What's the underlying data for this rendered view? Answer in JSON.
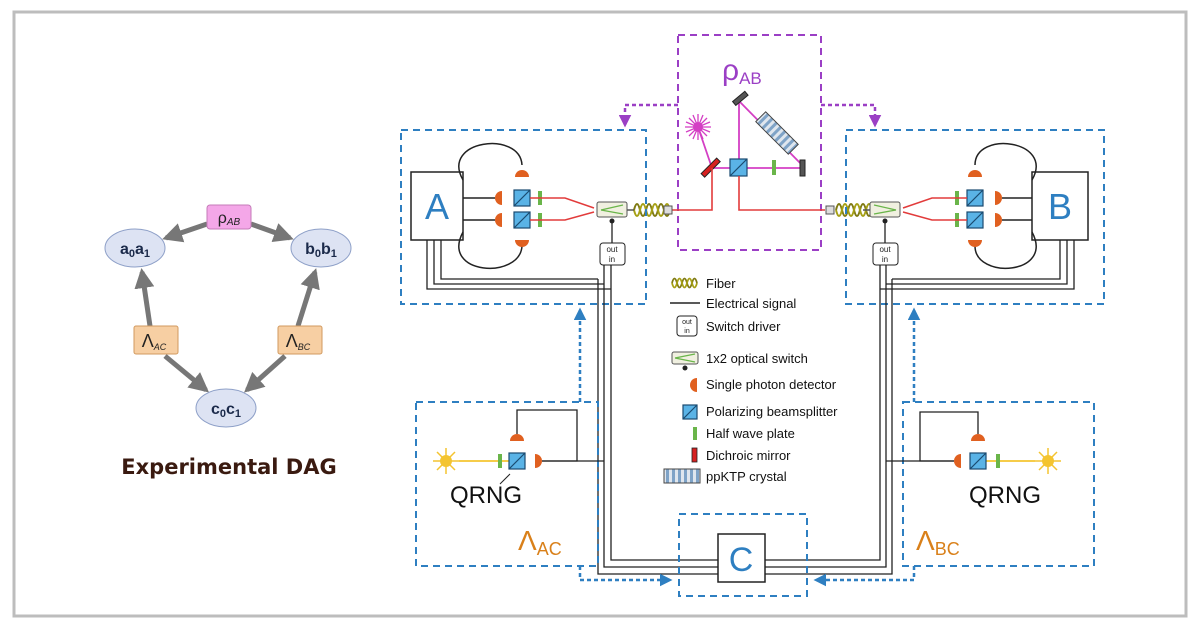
{
  "dag": {
    "title": "Experimental DAG",
    "nodes": {
      "rho": "ρ",
      "rho_sub": "AB",
      "a_main": "a",
      "a_sub0": "0",
      "a_main2": "a",
      "a_sub1": "1",
      "b_main": "b",
      "b_sub0": "0",
      "b_main2": "b",
      "b_sub1": "1",
      "c_main": "c",
      "c_sub0": "0",
      "c_main2": "c",
      "c_sub1": "1",
      "lac": "Λ",
      "lac_sub": "AC",
      "lbc": "Λ",
      "lbc_sub": "BC"
    }
  },
  "setup": {
    "source_label": "ρ",
    "source_sub": "AB",
    "party_a": "A",
    "party_b": "B",
    "party_c": "C",
    "qrng_left": "QRNG",
    "qrng_right": "QRNG",
    "lambda_ac": "Λ",
    "lambda_ac_sub": "AC",
    "lambda_bc": "Λ",
    "lambda_bc_sub": "BC",
    "switch_out": "out",
    "switch_in": "in"
  },
  "legend": {
    "fiber": "Fiber",
    "electrical": "Electrical signal",
    "switch_driver": "Switch driver",
    "optical_switch": "1x2 optical switch",
    "spd": "Single photon detector",
    "pbs": "Polarizing beamsplitter",
    "hwp": "Half wave plate",
    "dichroic": "Dichroic mirror",
    "crystal": "ppKTP crystal"
  },
  "colors": {
    "blue_box": "#2e7fc1",
    "purple_box": "#9b3fc5",
    "orange_text": "#d9801a",
    "laser_red": "#e23b3b",
    "pump_magenta": "#d43fc4",
    "pbs_blue": "#5ab3e6",
    "hwp_green": "#6ab54a",
    "detector_orange": "#e06020",
    "dag_node": "#dde3f3",
    "dag_rho": "#f4a7e8",
    "dag_lambda": "#f7cfa3"
  }
}
